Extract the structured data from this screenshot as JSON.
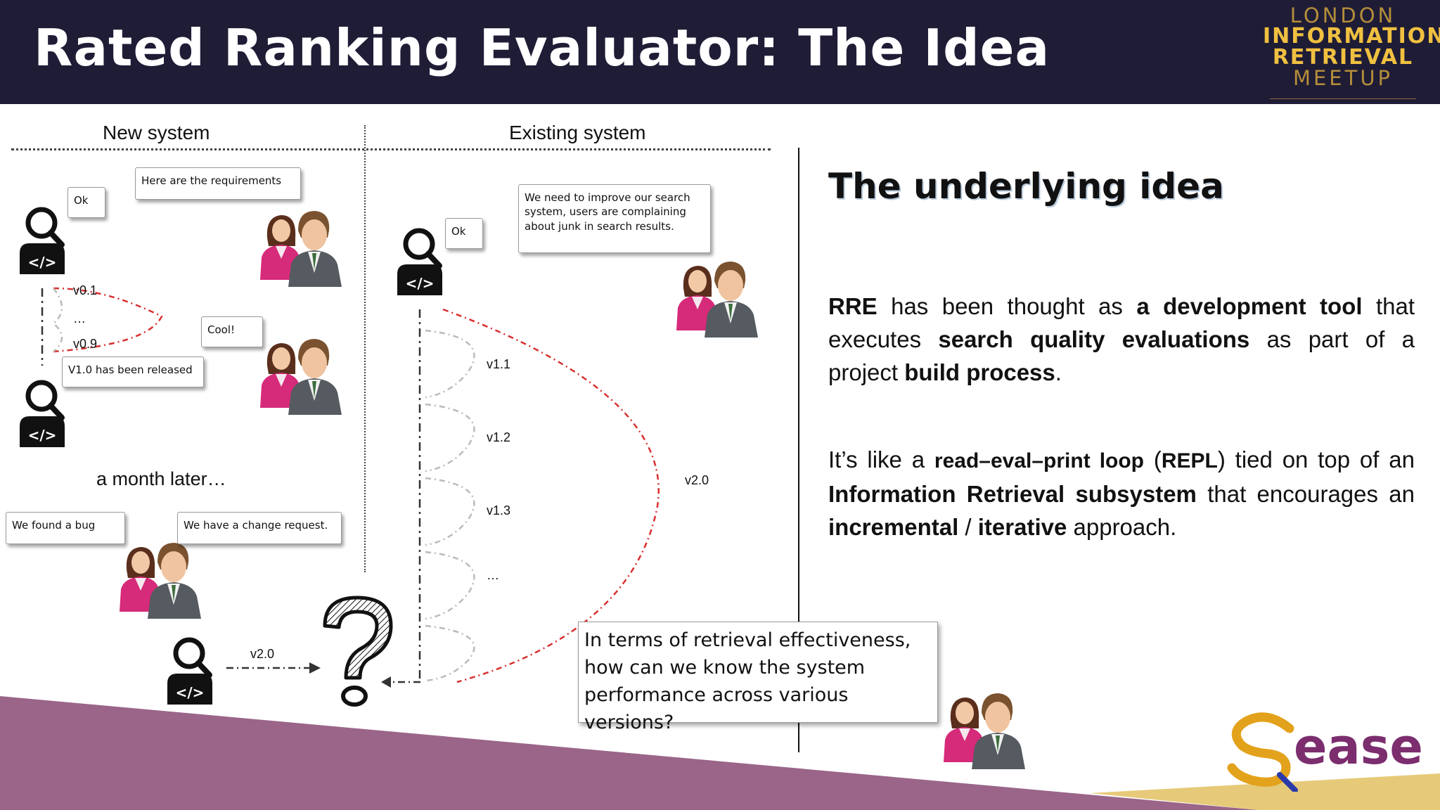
{
  "title": "Rated Ranking Evaluator: The Idea",
  "logo": {
    "line1": "LONDON",
    "line2": "INFORMATION",
    "line3": "RETRIEVAL",
    "line4": "MEETUP"
  },
  "left_panel": {
    "new_system_label": "New system",
    "existing_system_label": "Existing system",
    "bubbles": {
      "ok_1": "Ok",
      "requirements": "Here are the requirements",
      "cool": "Cool!",
      "released": "V1.0 has been released",
      "found_bug": "We found a bug",
      "change_request": "We have a change request.",
      "ok_2": "Ok",
      "improve_search": "We need to improve our search system, users are complaining about junk in search results."
    },
    "new_versions": [
      "v0.1",
      "…",
      "v0.9"
    ],
    "month_later": "a month later…",
    "arrow_label": "v2.0",
    "existing_versions": [
      "v1.1",
      "v1.2",
      "v1.3",
      "…"
    ],
    "big_loop_label": "v2.0",
    "question": {
      "line1": "In terms of retrieval effectiveness,",
      "line2": "how can we know the system",
      "line3": "performance across various versions?"
    }
  },
  "right_panel": {
    "heading": "The underlying idea",
    "p1": {
      "a": "RRE",
      "b": " has been thought as ",
      "c": "a development tool",
      "d": " that executes ",
      "e": "search quality evaluations",
      "f": " as part of a project ",
      "g": "build process",
      "h": "."
    },
    "p2": {
      "a": "It’s like a ",
      "b": "read–eval–print loop",
      "c": " (",
      "d": "REPL",
      "e": ") tied on top of an ",
      "f": "Information Retrieval subsystem",
      "g": " that encourages an ",
      "h": "incremental",
      "i": " / ",
      "j": "iterative",
      "k": " approach."
    }
  },
  "brand": {
    "sease_text": "ease",
    "accent": "#e3a21c",
    "purple": "#9a6589",
    "header_bg": "#1f1c36"
  },
  "icons": {
    "developer": "developer-search-code-icon",
    "business": "business-people-icon",
    "question": "question-mark-icon"
  }
}
